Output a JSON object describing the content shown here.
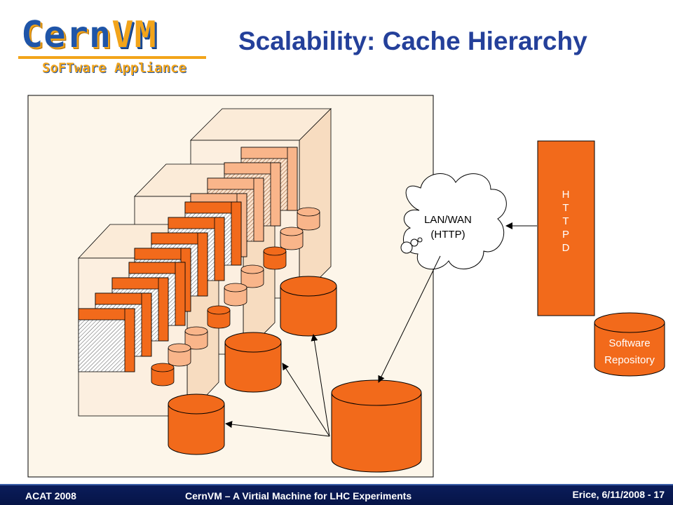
{
  "slide": {
    "title": "Scalability: Cache Hierarchy"
  },
  "logo": {
    "main_text_a": "Cern",
    "main_text_b": "VM",
    "sub_text": "SoFTware Appliance"
  },
  "diagram": {
    "cloud_label_line1": "LAN/WAN",
    "cloud_label_line2": "(HTTP)",
    "httpd_letters": [
      "H",
      "T",
      "T",
      "P",
      "D"
    ],
    "repository_label_line1": "Software",
    "repository_label_line2": "Repository",
    "colors": {
      "orange": "#f26a1b",
      "light_orange": "#f9b58a",
      "panel_bg": "#fdf6ea",
      "node_bg": "#fbebd8",
      "stroke": "#000000"
    }
  },
  "footer": {
    "left": "ACAT 2008",
    "center": "CernVM – A Virtial Machine for LHC Experiments",
    "right": "Erice, 6/11/2008 - 17"
  }
}
